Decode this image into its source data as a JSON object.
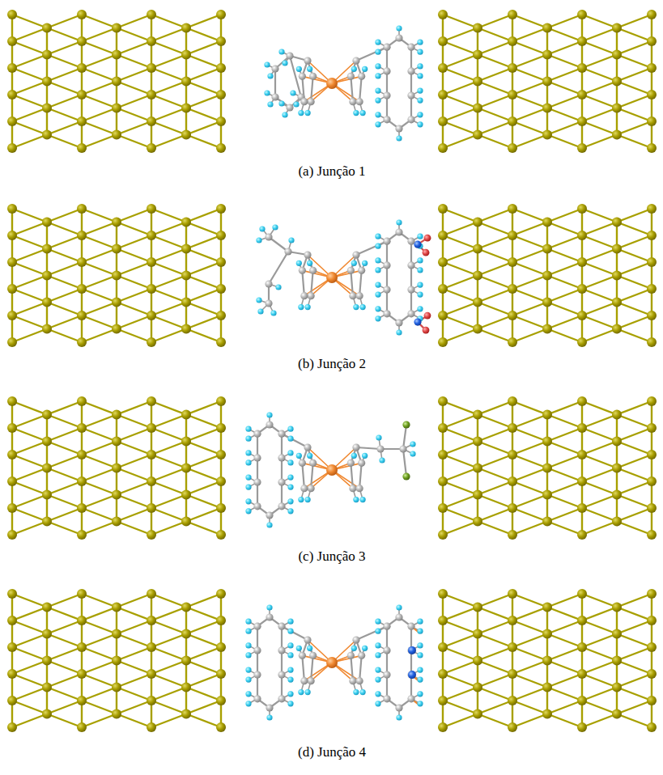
{
  "diagram": {
    "labels": [
      "(a) Junção 1",
      "(b) Junção 2",
      "(c) Junção 3",
      "(d) Junção 4"
    ]
  }
}
